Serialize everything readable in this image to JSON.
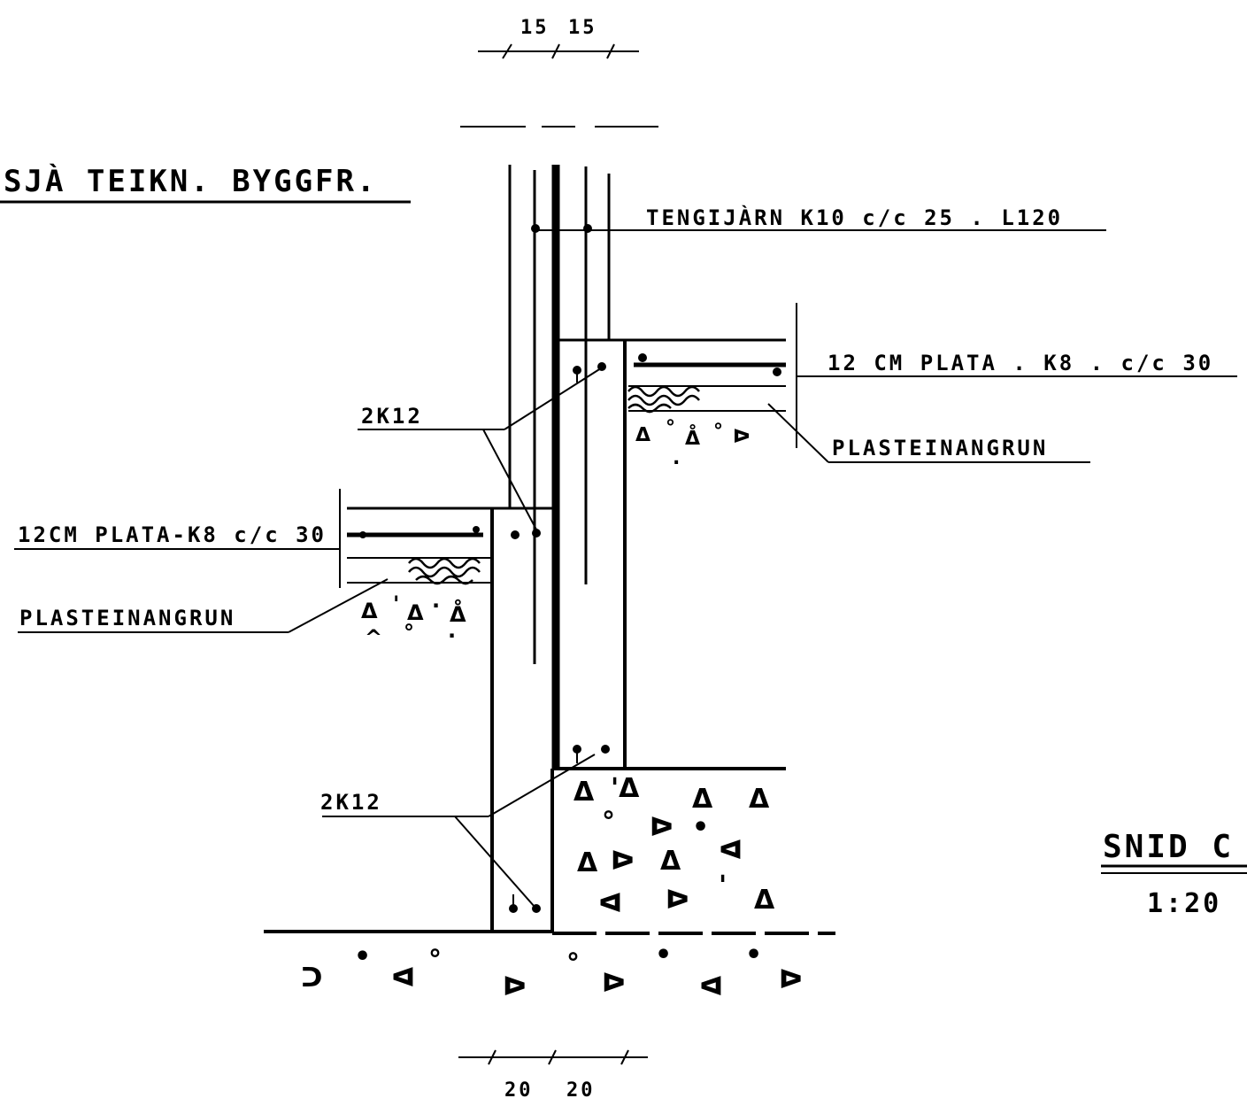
{
  "drawing": {
    "dims_top": [
      "15",
      "15"
    ],
    "dims_bottom": [
      "20",
      "20"
    ],
    "reference_note": "SJÀ TEIKN. BYGGFR.",
    "callouts": {
      "tie_rebar": "TENGIJÀRN K10 c/c 25 . L120",
      "slab_upper": "12 CM PLATA . K8 . c/c 30",
      "insulation_upper": "PLASTEINANGRUN",
      "rebar_upper": "2K12",
      "slab_lower": "12CM PLATA-K8 c/c 30",
      "insulation_lower": "PLASTEINANGRUN",
      "rebar_lower": "2K12"
    },
    "title_block": {
      "title": "SNID C",
      "scale": "1:20"
    }
  }
}
